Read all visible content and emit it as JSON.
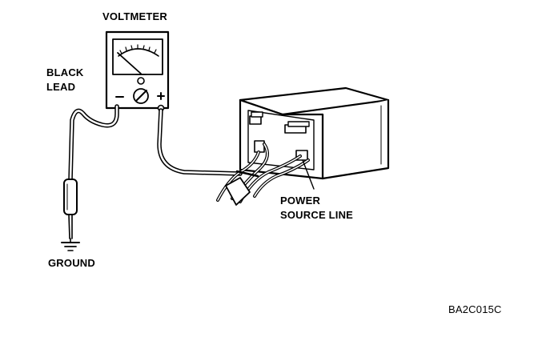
{
  "labels": {
    "voltmeter": "VOLTMETER",
    "black_lead_line1": "BLACK",
    "black_lead_line2": "LEAD",
    "power_line1": "POWER",
    "power_line2": "SOURCE LINE",
    "ground": "GROUND",
    "figure_code": "BA2C015C"
  },
  "meter": {
    "negative_symbol": "−",
    "positive_symbol": "+"
  },
  "colors": {
    "ink": "#000000",
    "paper": "#ffffff"
  }
}
